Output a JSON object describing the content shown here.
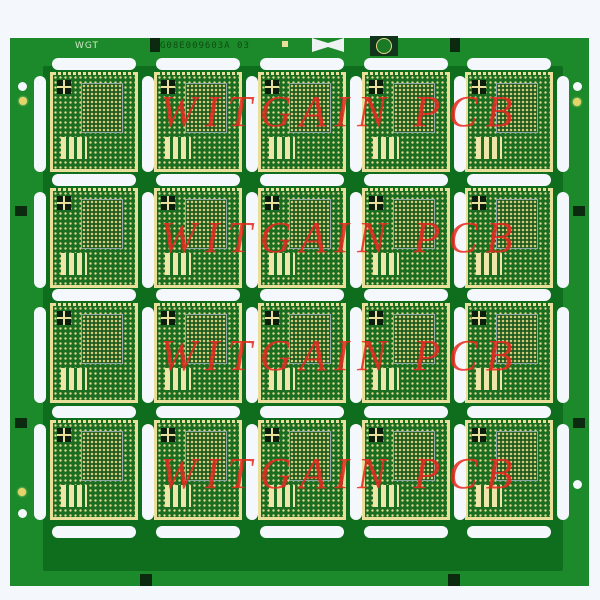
{
  "image": {
    "subject": "Green PCB panel with 20 gold-finish modules in a 5x4 array",
    "background_color": "#f4f7fb",
    "board_color": "#1c8a2a",
    "gold_color": "#e8df9a",
    "watermark_color": "#e8281e"
  },
  "panel": {
    "label_left": "WGT",
    "label_code": "G08E009603A 03",
    "rows": 4,
    "columns": 5
  },
  "watermark": {
    "text": "WITGAIN PCB",
    "row_positions": [
      1,
      2,
      3,
      4
    ]
  }
}
